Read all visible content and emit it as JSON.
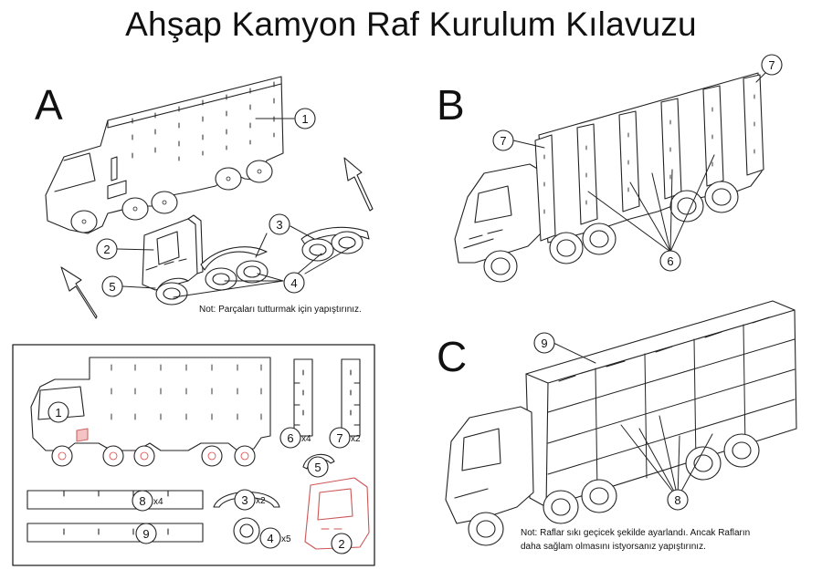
{
  "title": "Ahşap Kamyon Raf Kurulum Kılavuzu",
  "sections": {
    "a": "A",
    "b": "B",
    "c": "C"
  },
  "notes": {
    "a": "Not: Parçaları tutturmak için yapıştırınız.",
    "c_line1": "Not: Raflar sıkı geçicek şekilde ayarlandı. Ancak Rafların",
    "c_line2": "daha sağlam olmasını istyorsanız yapıştırınız."
  },
  "callouts": {
    "a": [
      "1",
      "2",
      "3",
      "4",
      "5"
    ],
    "b": [
      "7",
      "7",
      "6"
    ],
    "c": [
      "9",
      "8"
    ],
    "parts": [
      "1",
      "6",
      "7",
      "5",
      "8",
      "3",
      "4",
      "2",
      "9"
    ]
  },
  "quantities": {
    "p6": "x4",
    "p7": "x2",
    "p8": "x4",
    "p3": "x2",
    "p4": "x5"
  }
}
